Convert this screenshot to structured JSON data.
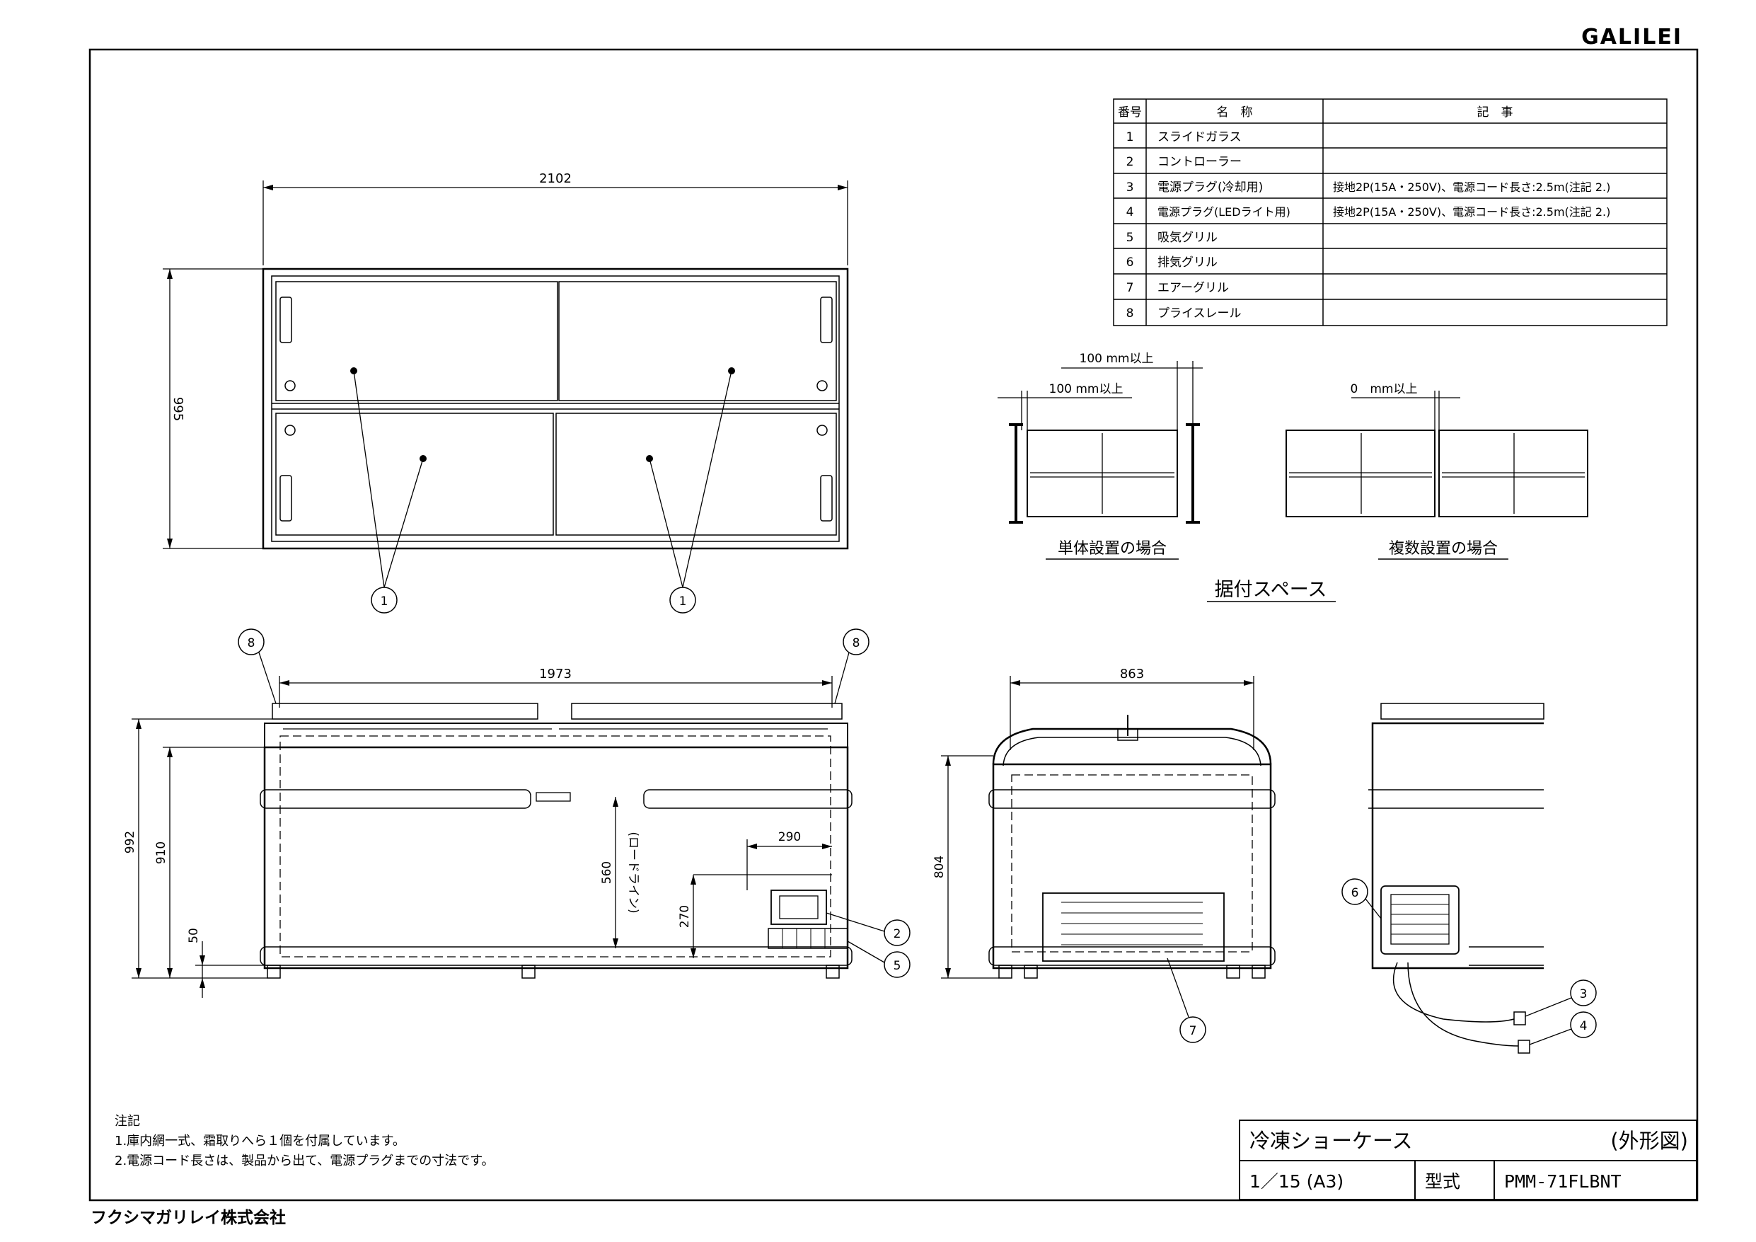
{
  "brand": "GALILEI",
  "company": "フクシマガリレイ株式会社",
  "parts_table": {
    "headers": {
      "no": "番号",
      "name": "名　称",
      "note": "記　事"
    },
    "rows": [
      {
        "no": "1",
        "name": "スライドガラス",
        "note": ""
      },
      {
        "no": "2",
        "name": "コントローラー",
        "note": ""
      },
      {
        "no": "3",
        "name": "電源プラグ(冷却用)",
        "note": "接地2P(15A・250V)、電源コード長さ:2.5m(注記 2.)"
      },
      {
        "no": "4",
        "name": "電源プラグ(LEDライト用)",
        "note": "接地2P(15A・250V)、電源コード長さ:2.5m(注記 2.)"
      },
      {
        "no": "5",
        "name": "吸気グリル",
        "note": ""
      },
      {
        "no": "6",
        "name": "排気グリル",
        "note": ""
      },
      {
        "no": "7",
        "name": "エアーグリル",
        "note": ""
      },
      {
        "no": "8",
        "name": "プライスレール",
        "note": ""
      }
    ]
  },
  "top_view": {
    "width_dim": "2102",
    "depth_dim": "995",
    "callout": "1"
  },
  "front_view": {
    "width_dim": "1973",
    "height_total": "992",
    "height_body": "910",
    "leg_dim": "50",
    "load_line_dim": "560",
    "load_line_label": "(ロードライン)",
    "ctrl_height": "270",
    "ctrl_offset": "290",
    "callouts": {
      "price_rail": "8",
      "controller": "2",
      "intake": "5"
    }
  },
  "side_view": {
    "width_dim": "863",
    "height_dim": "804",
    "callout": "7"
  },
  "rear_view": {
    "callouts": {
      "exhaust": "6",
      "plug_cool": "3",
      "plug_led": "4"
    }
  },
  "install_space": {
    "title": "据付スペース",
    "single": {
      "label": "単体設置の場合",
      "dim_top": "100 mm以上",
      "dim_inner": "100 mm以上"
    },
    "multiple": {
      "label": "複数設置の場合",
      "dim": "0　mm以上"
    }
  },
  "notes": {
    "heading": "注記",
    "items": [
      "1.庫内網一式、霜取りへら１個を付属しています。",
      "2.電源コード長さは、製品から出て、電源プラグまでの寸法です。"
    ]
  },
  "title_block": {
    "product": "冷凍ショーケース",
    "drawing_type": "(外形図)",
    "scale": "1／15 (A3)",
    "model_label": "型式",
    "model": "PMM-71FLBNT"
  }
}
